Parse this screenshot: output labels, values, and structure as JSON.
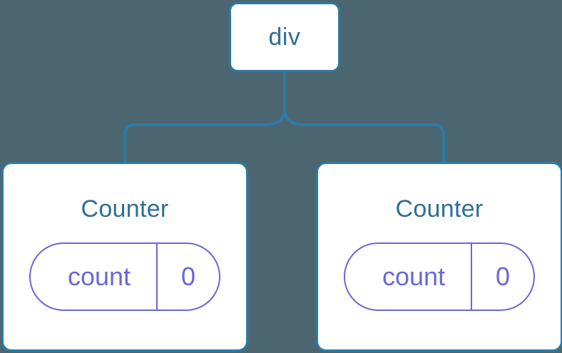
{
  "canvas": {
    "background_color": "#4b6670",
    "node_border_color": "#2c7aa8",
    "node_fill_color": "#ffffff",
    "node_title_color": "#2e6e96",
    "pill_color": "#6a68d4",
    "connector_color": "#2c7aa8"
  },
  "tree": {
    "root": {
      "label": "div"
    },
    "children": [
      {
        "label": "Counter",
        "state": {
          "key": "count",
          "value": "0"
        }
      },
      {
        "label": "Counter",
        "state": {
          "key": "count",
          "value": "0"
        }
      }
    ]
  }
}
